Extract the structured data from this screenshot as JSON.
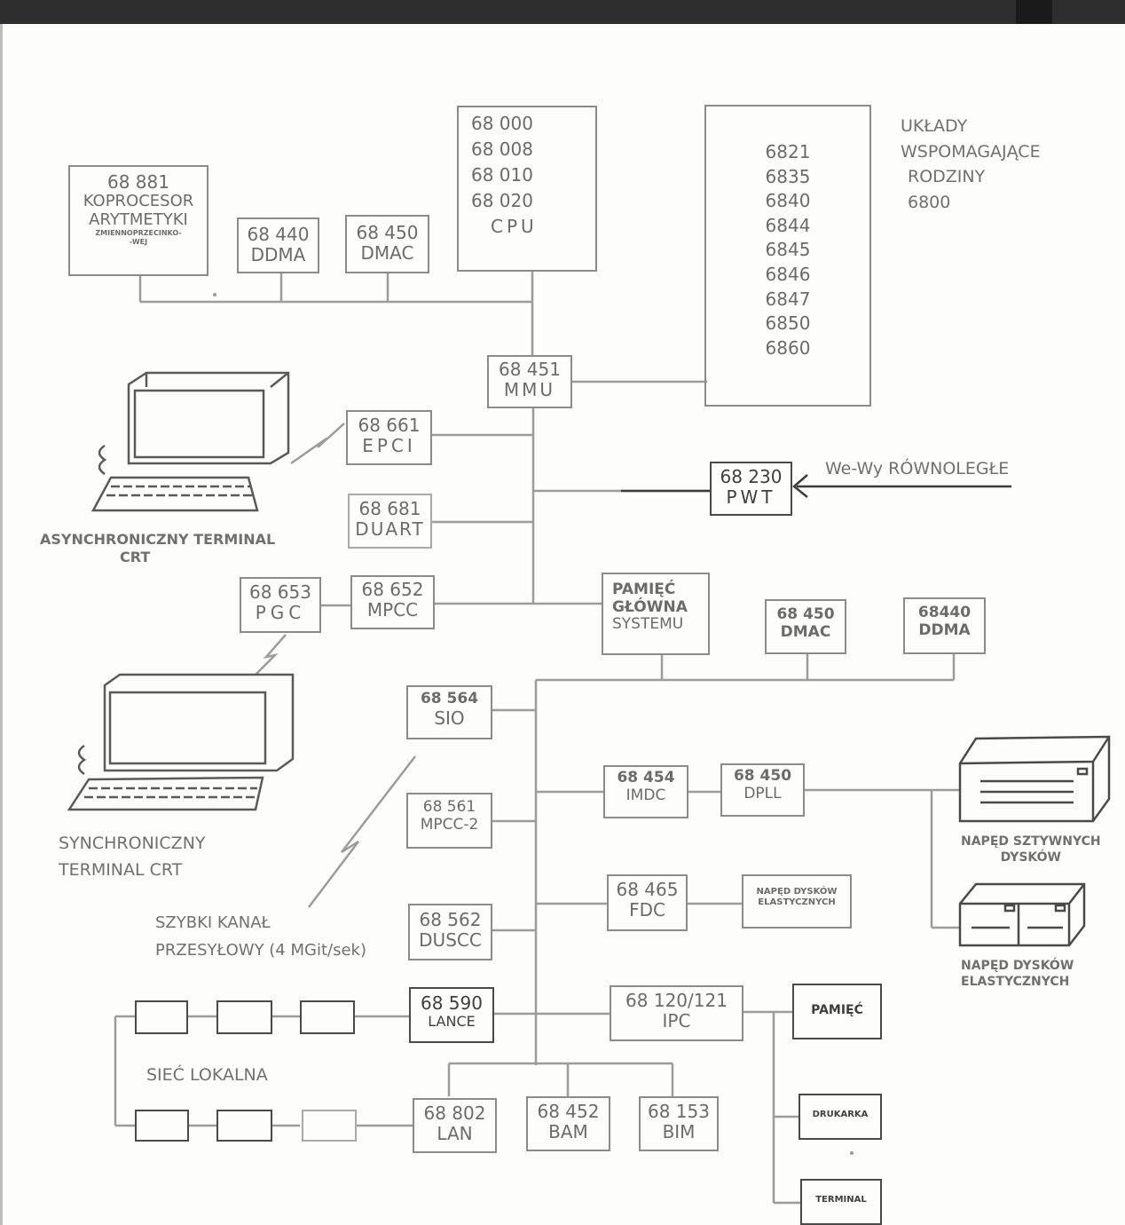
{
  "coproc": {
    "l1": "68 881",
    "l2": "KOPROCESOR",
    "l3": "ARYTMETYKI",
    "l4": "ZMIENNOPRZECINKO-",
    "l5": "-WEJ"
  },
  "ddma1": {
    "l1": "68 440",
    "l2": "DDMA"
  },
  "dmac1": {
    "l1": "68 450",
    "l2": "DMAC"
  },
  "cpu": {
    "l1": "68 000",
    "l2": "68 008",
    "l3": "68 010",
    "l4": "68 020",
    "l5": "CPU"
  },
  "support": {
    "chips": [
      "6821",
      "6835",
      "6840",
      "6844",
      "6845",
      "6846",
      "6847",
      "6850",
      "6860"
    ],
    "title": [
      "UKŁADY",
      "WSPOMAGAJĄCE",
      "RODZINY",
      "6800"
    ]
  },
  "mmu": {
    "l1": "68 451",
    "l2": "MMU"
  },
  "epci": {
    "l1": "68 661",
    "l2": "EPCI"
  },
  "pwt": {
    "l1": "68 230",
    "l2": "PWT"
  },
  "parallel_io": "We-Wy RÓWNOLEGŁE",
  "duart": {
    "l1": "68 681",
    "l2": "DUART"
  },
  "async_terminal": {
    "l1": "ASYNCHRONICZNY TERMINAL",
    "l2": "CRT"
  },
  "pgc": {
    "l1": "68 653",
    "l2": "PGC"
  },
  "mpcc": {
    "l1": "68 652",
    "l2": "MPCC"
  },
  "main_memory": {
    "l1": "PAMIĘĆ",
    "l2": "GŁÓWNA",
    "l3": "SYSTEMU"
  },
  "dmac2": {
    "l1": "68 450",
    "l2": "DMAC"
  },
  "ddma2": {
    "l1": "68440",
    "l2": "DDMA"
  },
  "sio": {
    "l1": "68 564",
    "l2": "SIO"
  },
  "sync_terminal": {
    "l1": "SYNCHRONICZNY",
    "l2": "TERMINAL CRT"
  },
  "imdc": {
    "l1": "68 454",
    "l2": "IMDC"
  },
  "dpll": {
    "l1": "68 450",
    "l2": "DPLL"
  },
  "hdd_label": {
    "l1": "NAPĘD SZTYWNYCH",
    "l2": "DYSKÓW"
  },
  "mpcc2": {
    "l1": "68 561",
    "l2": "MPCC-2"
  },
  "fdc": {
    "l1": "68 465",
    "l2": "FDC"
  },
  "fdd_box": {
    "l1": "NAPĘD DYSKÓW",
    "l2": "ELASTYCZNYCH"
  },
  "fdd_label": {
    "l1": "NAPĘD DYSKÓW",
    "l2": "ELASTYCZNYCH"
  },
  "fast_channel": {
    "l1": "SZYBKI KANAŁ",
    "l2": "PRZESYŁOWY (4 MGit/sek)"
  },
  "duscc": {
    "l1": "68 562",
    "l2": "DUSCC"
  },
  "lance": {
    "l1": "68 590",
    "l2": "LANCE"
  },
  "ipc": {
    "l1": "68 120/121",
    "l2": "IPC"
  },
  "pamiec": "PAMIĘĆ",
  "lan_label": "SIEĆ LOKALNA",
  "lan": {
    "l1": "68 802",
    "l2": "LAN"
  },
  "bam": {
    "l1": "68 452",
    "l2": "BAM"
  },
  "bim": {
    "l1": "68 153",
    "l2": "BIM"
  },
  "drukarka": "DRUKARKA",
  "terminal": "TERMINAL"
}
